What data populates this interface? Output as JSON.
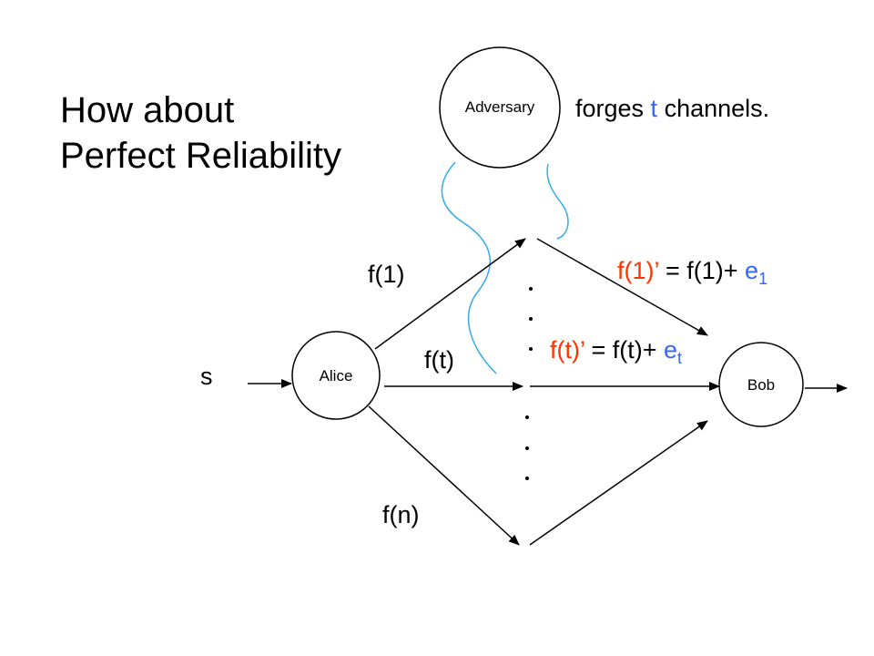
{
  "slide": {
    "title_line1": "How about",
    "title_line2": "Perfect Reliability"
  },
  "adversary": {
    "label": "Adversary",
    "caption_prefix": "forges ",
    "caption_var": "t",
    "caption_suffix": " channels."
  },
  "nodes": {
    "sender": "Alice",
    "receiver": "Bob",
    "input": "s"
  },
  "channels": {
    "first": "f(1)",
    "middle": "f(t)",
    "last": "f(n)"
  },
  "equations": {
    "eq1_lhs": "f(1)’",
    "eq1_rhs": " = f(1)+ ",
    "eq1_err": "e",
    "eq1_sub": "1",
    "eq2_lhs": "f(t)’",
    "eq2_rhs": " = f(t)+ ",
    "eq2_err": "e",
    "eq2_sub": "t"
  },
  "colors": {
    "highlight_red": "#ff3300",
    "highlight_blue": "#3366ff",
    "wave_blue": "#33aaee"
  }
}
